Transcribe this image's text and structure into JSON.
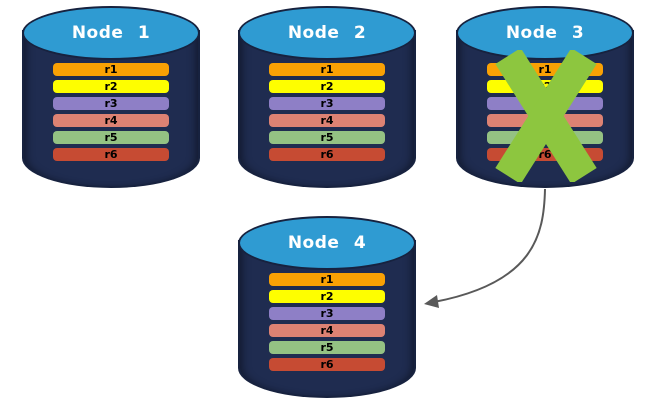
{
  "nodes": [
    {
      "label": "Node 1",
      "records": [
        "r1",
        "r2",
        "r3",
        "r4",
        "r5",
        "r6"
      ],
      "failed": false
    },
    {
      "label": "Node 2",
      "records": [
        "r1",
        "r2",
        "r3",
        "r4",
        "r5",
        "r6"
      ],
      "failed": false
    },
    {
      "label": "Node 3",
      "records": [
        "r1",
        "r2",
        "r3",
        "r4",
        "r5",
        "r6"
      ],
      "failed": true
    },
    {
      "label": "Node 4",
      "records": [
        "r1",
        "r2",
        "r3",
        "r4",
        "r5",
        "r6"
      ],
      "failed": false
    }
  ],
  "arrow": {
    "from": "Node 3",
    "to": "Node 4"
  },
  "record_colors": {
    "r1": "#F9A104",
    "r2": "#FEFE00",
    "r3": "#8E7FC6",
    "r4": "#DD8273",
    "r5": "#94C283",
    "r6": "#C64B33"
  },
  "colors": {
    "cylinder_body": "#1F2C50",
    "cylinder_top": "#2F9BD2",
    "cylinder_outline": "#17223F",
    "failure_x": "#8DC63F",
    "arrow": "#595959",
    "title_text": "#FFFFFF",
    "record_text": "#000000"
  }
}
